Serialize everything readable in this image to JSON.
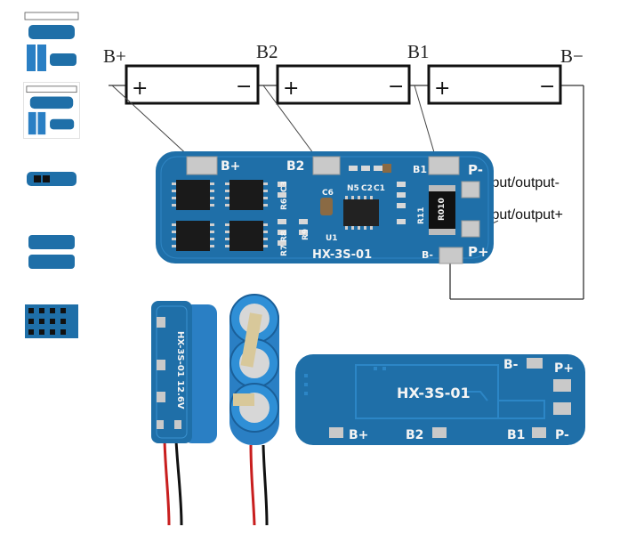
{
  "diagram": {
    "terminals": [
      "B+",
      "B2",
      "B1",
      "B−"
    ],
    "cell_signs": {
      "positive": "+",
      "negative": "−"
    },
    "io_labels": {
      "negative": "input/output-",
      "positive": "input/output+"
    }
  },
  "board_top": {
    "model": "HX-3S-01",
    "pad_labels": {
      "b_plus": "B+",
      "b2": "B2",
      "b1": "B1",
      "p_minus": "P-",
      "p_plus": "P+",
      "b_minus": "B-"
    },
    "component_labels": {
      "resistor": "R010",
      "c6": "C6",
      "u1": "U1",
      "c3": "C3",
      "r6": "R6",
      "r8": "R8",
      "r7": "R7",
      "r9": "R9",
      "n5": "N5",
      "c2": "C2",
      "c1": "C1",
      "r11": "R11"
    }
  },
  "board_side": {
    "text": "HX-3S-01 12.6V"
  },
  "board_bottom": {
    "model": "HX-3S-01",
    "pad_labels": {
      "b_minus": "B-",
      "p_plus": "P+",
      "b_plus": "B+",
      "b2": "B2",
      "b1": "B1",
      "p_minus": "P-"
    }
  },
  "colors": {
    "pcb": "#1f6fa8",
    "pcb_dark": "#15507d",
    "pad": "#c9c9c9",
    "cell_blue": "#2a7fc4",
    "wire_red": "#c81e1e"
  }
}
